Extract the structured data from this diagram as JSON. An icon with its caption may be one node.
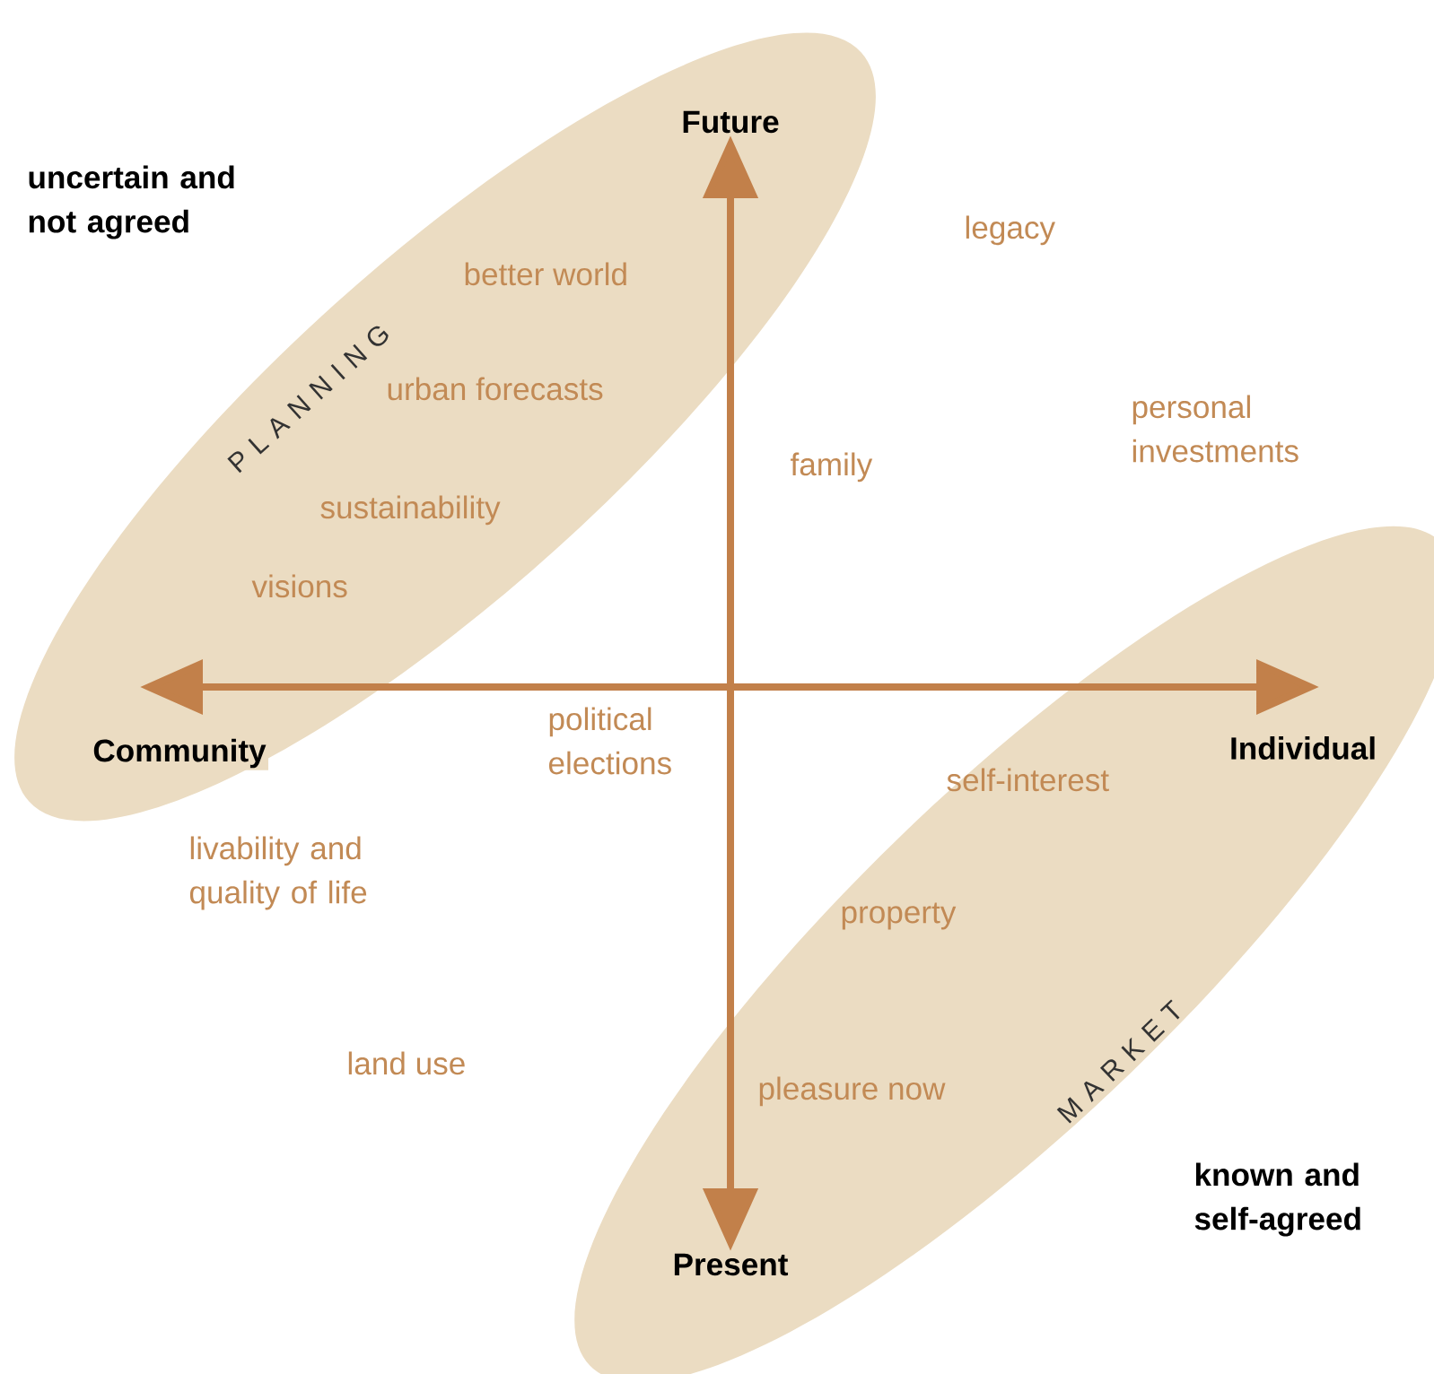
{
  "diagram": {
    "nodes": [
      {
        "text": [
          "P L A N N I N G"
        ]
      },
      {
        "text": [
          "M A R K E T"
        ]
      },
      {
        "text": [
          "Future"
        ],
        "in": 0
      },
      {
        "text": [
          "Present"
        ],
        "in": 1
      },
      {
        "text": [
          "Community"
        ],
        "in": 0
      },
      {
        "text": [
          "Individual"
        ],
        "in": 1
      }
    ],
    "edges": [
      {
        "from": 3,
        "to": 2,
        "arrow": "both"
      },
      {
        "from": 4,
        "to": 5,
        "arrow": "both"
      }
    ],
    "labels": [
      "uncertain and not agreed",
      "better world",
      "legacy",
      "urban forecasts",
      "personal investments",
      "family",
      "sustainability",
      "visions",
      "political elections",
      "self-interest",
      "livability and quality of life",
      "property",
      "land use",
      "pleasure now",
      "known and self-agreed"
    ]
  }
}
